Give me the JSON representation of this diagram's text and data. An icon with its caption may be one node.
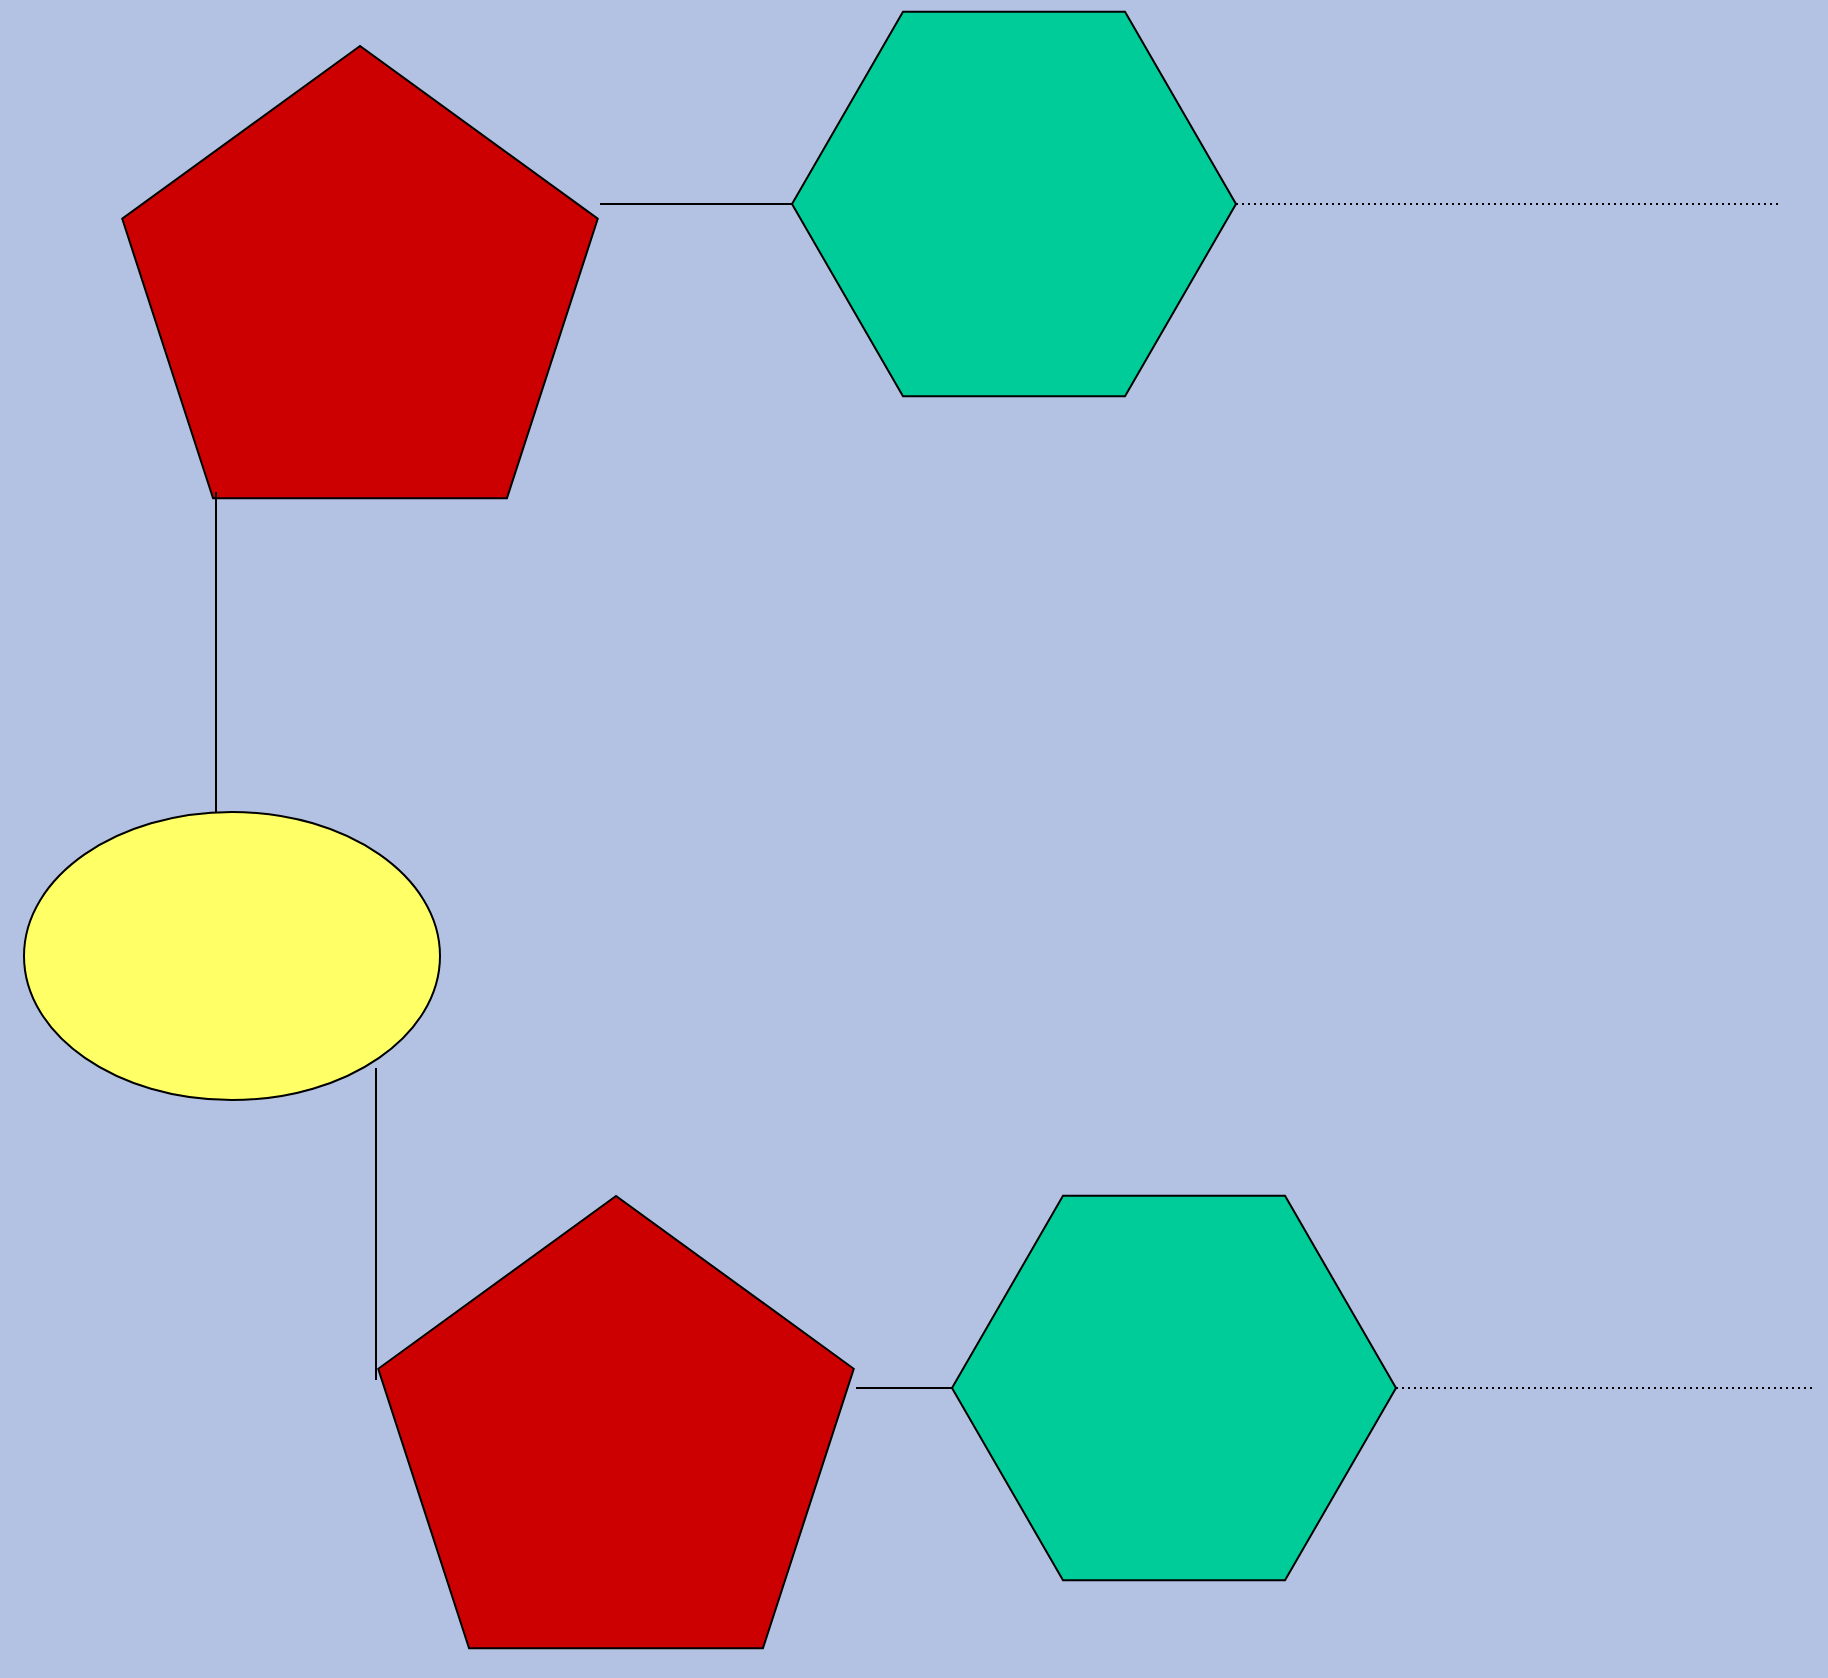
{
  "diagram": {
    "nodes": [
      {
        "text": [],
        "shape": "pentagon"
      },
      {
        "text": [],
        "shape": "hexagon"
      },
      {
        "text": [],
        "shape": "ellipse"
      },
      {
        "text": [],
        "shape": "pentagon"
      },
      {
        "text": [],
        "shape": "hexagon"
      }
    ],
    "edges": [
      {
        "from": 0,
        "to": 1,
        "arrow": "none"
      },
      {
        "from": 1,
        "to": null,
        "arrow": "none",
        "style": "dashed"
      },
      {
        "from": 0,
        "to": 2,
        "arrow": "none"
      },
      {
        "from": 2,
        "to": 3,
        "arrow": "none"
      },
      {
        "from": 3,
        "to": 4,
        "arrow": "none"
      },
      {
        "from": 4,
        "to": null,
        "arrow": "none",
        "style": "dashed"
      }
    ]
  }
}
